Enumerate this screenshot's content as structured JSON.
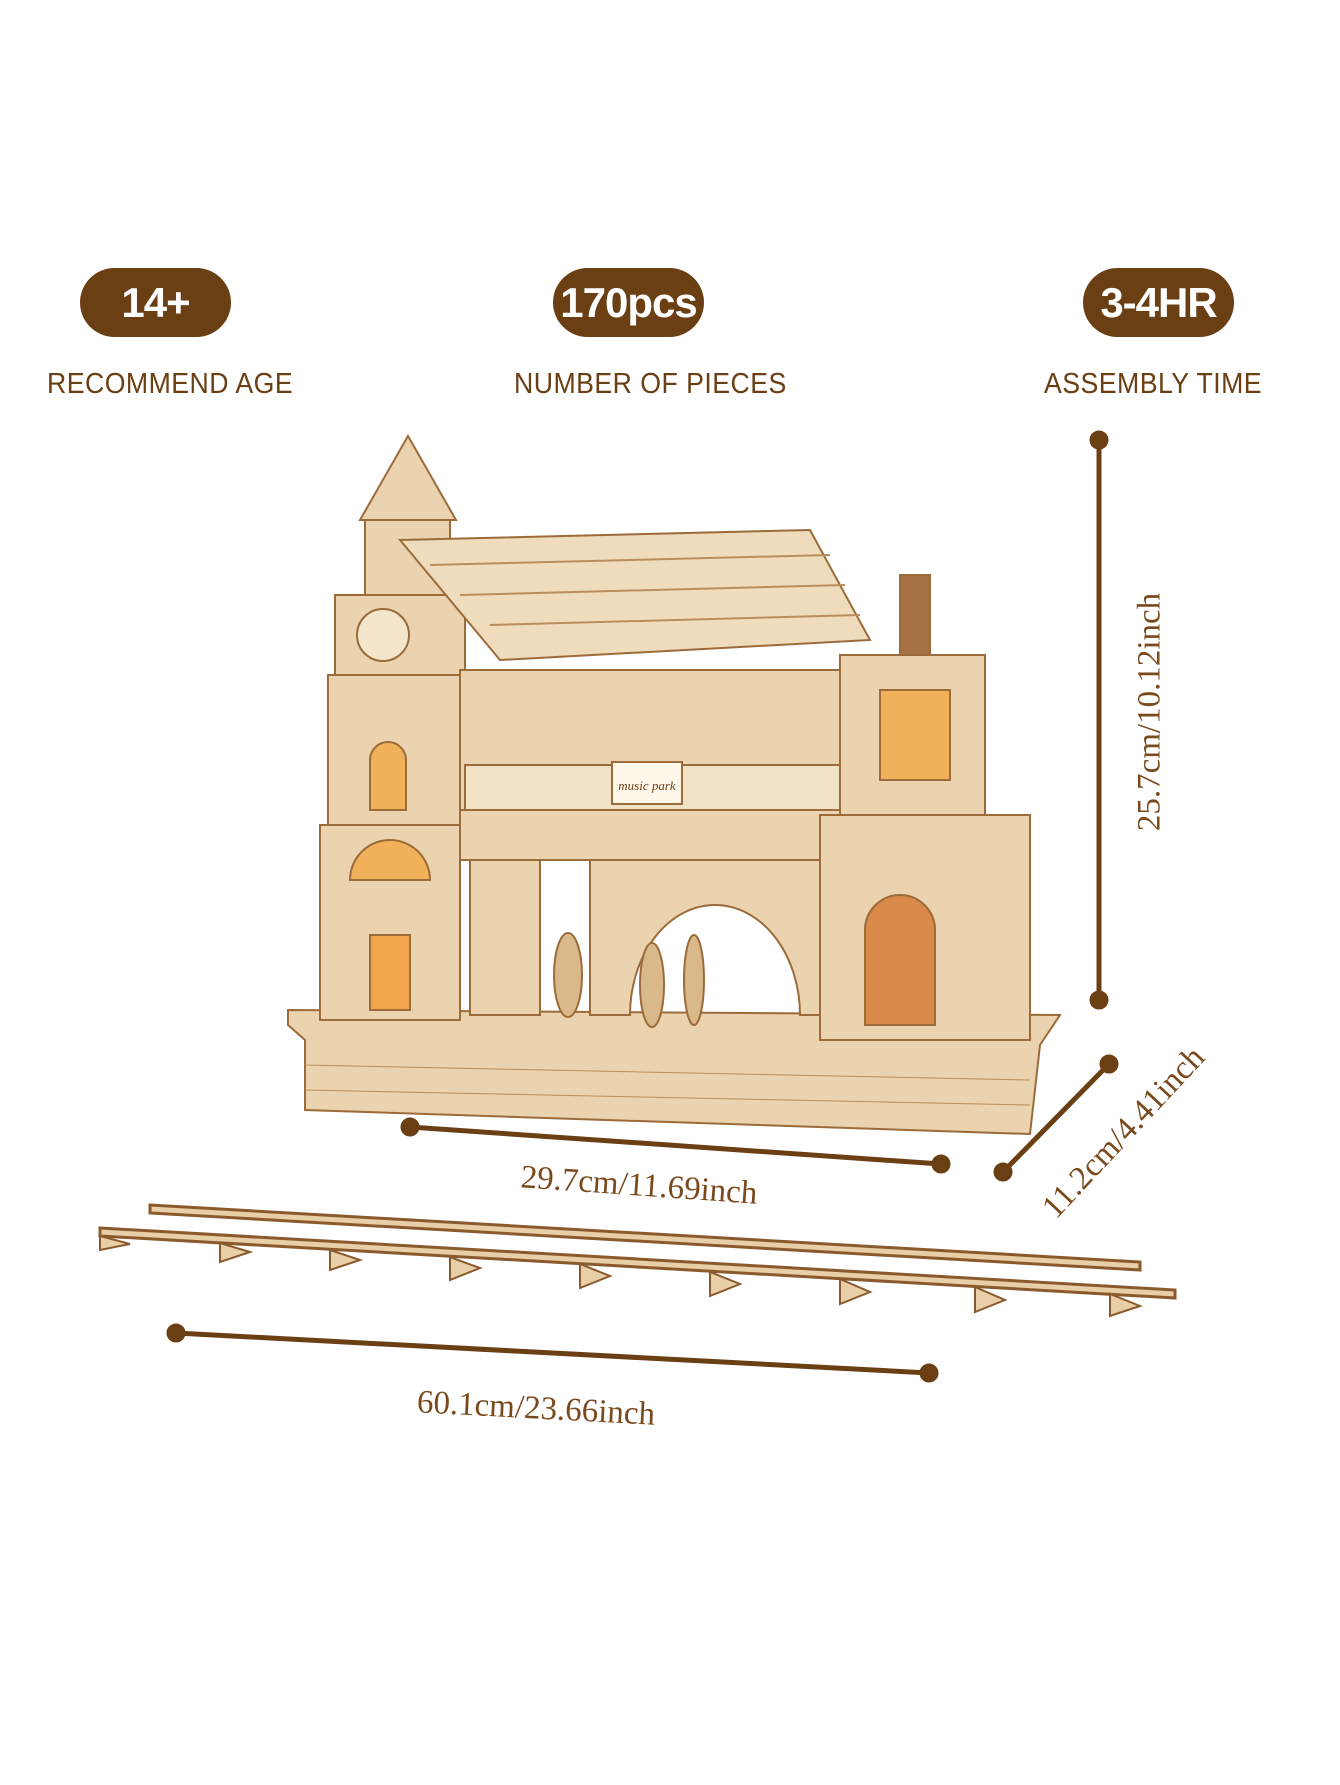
{
  "specs": [
    {
      "value": "14+",
      "label": "RECOMMEND AGE"
    },
    {
      "value": "170pcs",
      "label": "NUMBER OF PIECES"
    },
    {
      "value": "3-4HR",
      "label": "ASSEMBLY TIME"
    }
  ],
  "dimensions": {
    "height": "25.7cm/10.12inch",
    "depth": "11.2cm/4.41inch",
    "width": "29.7cm/11.69inch",
    "track_length": "60.1cm/23.66inch"
  },
  "model_sign": "music park",
  "colors": {
    "brand": "#6b3f14",
    "wood": "#e8d2ae",
    "wood_dark": "#9c6b3a"
  }
}
